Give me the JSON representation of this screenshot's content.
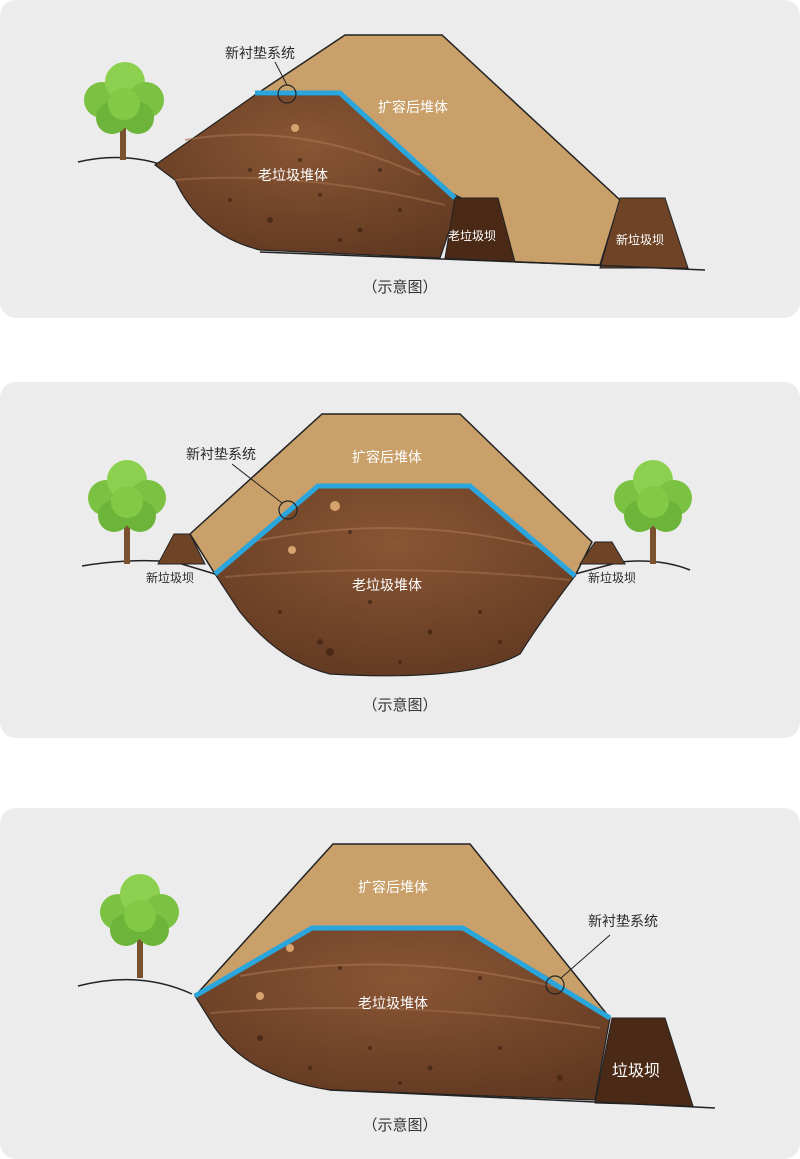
{
  "colors": {
    "panel_bg": "#ececec",
    "expanded_fill": "#c9a06a",
    "old_waste_fill": "#7a4a2c",
    "old_waste_top": "#9c6a45",
    "liner": "#2aa6dd",
    "dam_fill": "#6e4326",
    "old_dam_fill": "#4a2a16",
    "tree_green": "#7cc242",
    "tree_trunk": "#7a5230"
  },
  "panels": [
    {
      "liner_label": "新衬垫系统",
      "expanded_label": "扩容后堆体",
      "old_waste_label": "老垃圾堆体",
      "old_dam_label": "老垃圾坝",
      "new_dam_label": "新垃圾坝",
      "caption": "（示意图）"
    },
    {
      "liner_label": "新衬垫系统",
      "expanded_label": "扩容后堆体",
      "old_waste_label": "老垃圾堆体",
      "new_dam_left_label": "新垃圾坝",
      "new_dam_right_label": "新垃圾坝",
      "caption": "（示意图）"
    },
    {
      "liner_label": "新衬垫系统",
      "expanded_label": "扩容后堆体",
      "old_waste_label": "老垃圾堆体",
      "dam_label": "垃圾坝",
      "caption": "（示意图）"
    }
  ]
}
